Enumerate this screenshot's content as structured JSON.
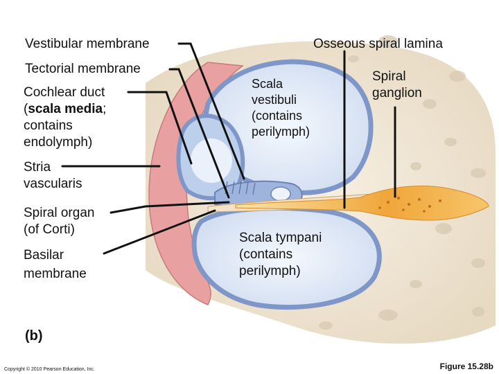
{
  "labels": {
    "vestibular_membrane": "Vestibular membrane",
    "tectorial_membrane": "Tectorial membrane",
    "cochlear_duct_1": "Cochlear duct",
    "cochlear_duct_2_pre": "(",
    "cochlear_duct_2_bold": "scala media",
    "cochlear_duct_2_post": ";",
    "cochlear_duct_3": "contains",
    "cochlear_duct_4": "endolymph)",
    "stria_1": "Stria",
    "stria_2": "vascularis",
    "spiral_organ_1": "Spiral organ",
    "spiral_organ_2": "(of Corti)",
    "basilar_1": "Basilar",
    "basilar_2": "membrane",
    "osseous_spiral_lamina": "Osseous spiral lamina",
    "scala_vestibuli_1": "Scala",
    "scala_vestibuli_2": "vestibuli",
    "scala_vestibuli_3": "(contains",
    "scala_vestibuli_4": "perilymph)",
    "spiral_ganglion_1": "Spiral",
    "spiral_ganglion_2": "ganglion",
    "scala_tympani_1": "Scala tympani",
    "scala_tympani_2": "(contains",
    "scala_tympani_3": "perilymph)"
  },
  "panel_letter": "(b)",
  "copyright": "Copyright © 2010 Pearson Education, Inc.",
  "figure_number": "Figure 15.28b",
  "colors": {
    "bone": "#f2e8d8",
    "bone_pore": "#d9cbb3",
    "stria_pink": "#e9a0a0",
    "duct_fill": "#c8d8ee",
    "membrane_blue": "#7f97c8",
    "nerve_orange": "#f0a63a",
    "leader": "#111111"
  }
}
